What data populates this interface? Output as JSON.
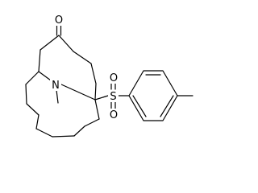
{
  "molecule": {
    "atoms": {
      "oxygen_carbonyl": "O",
      "nitrogen": "N",
      "sulfur": "S",
      "oxygen_sulfonyl_top": "O",
      "oxygen_sulfonyl_bottom": "O"
    }
  },
  "colors": {
    "bond": "#000000",
    "background": "#ffffff"
  }
}
